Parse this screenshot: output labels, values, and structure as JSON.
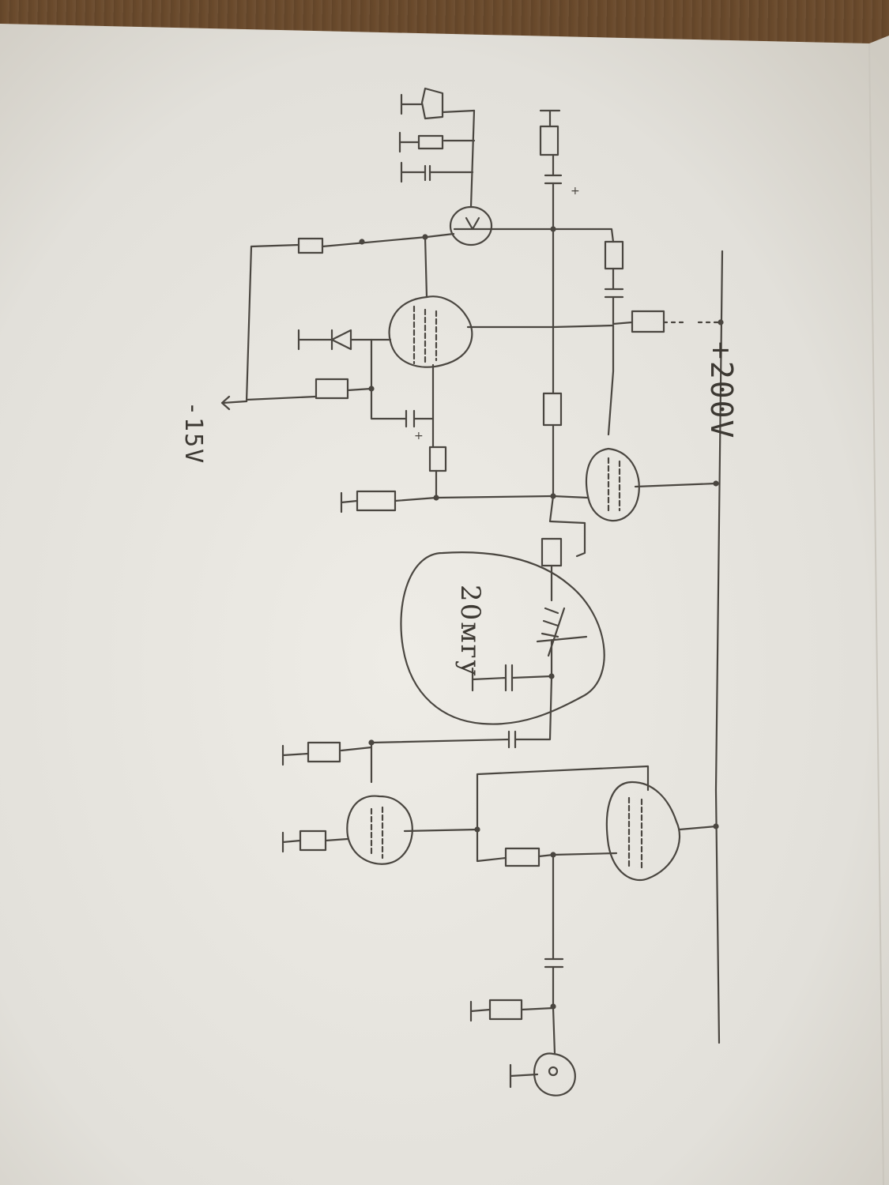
{
  "photo": {
    "labels": {
      "supply_voltage": "+200V",
      "negative_supply": "-15V",
      "inductor_note": "20мгу"
    },
    "colors": {
      "pencil": "#4a4640",
      "paper": "#e8e6e0",
      "background_wood": "#6b4a2a"
    }
  }
}
